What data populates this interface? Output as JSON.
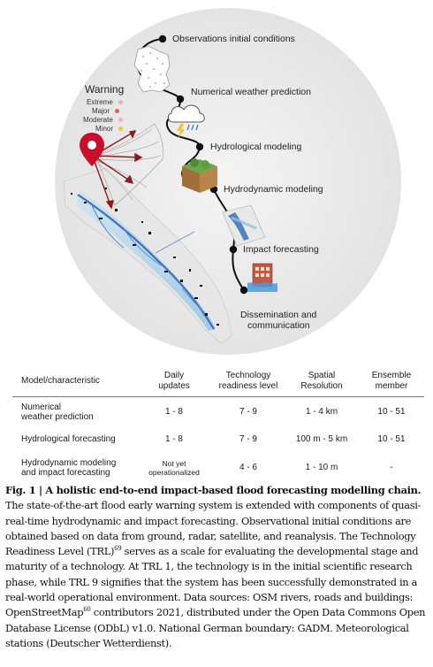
{
  "figure": {
    "warning_legend": {
      "title": "Warning",
      "levels": [
        {
          "label": "Extreme",
          "color": "#e8a8c8"
        },
        {
          "label": "Major",
          "color": "#d95f5f"
        },
        {
          "label": "Moderate",
          "color": "#e8b4c0"
        },
        {
          "label": "Minor",
          "color": "#f0c840"
        }
      ]
    },
    "chain_steps": [
      {
        "label": "Observations initial conditions",
        "icon": "germany-stations-map-icon"
      },
      {
        "label": "Numerical weather prediction",
        "icon": "storm-cloud-icon"
      },
      {
        "label": "Hydrological modeling",
        "icon": "terrain-block-icon"
      },
      {
        "label": "Hydrodynamic modeling",
        "icon": "flood-inundation-map-icon"
      },
      {
        "label": "Impact forecasting",
        "icon": "flooded-building-icon"
      },
      {
        "label": "Dissemination and",
        "label2": "communication",
        "icon": ""
      }
    ],
    "colors": {
      "chain_line": "#111111",
      "river": "#3a72b8",
      "warning_pin": "#c8102e",
      "arrows": "#8b1a1a",
      "circle_bg": "#ececec"
    }
  },
  "table": {
    "headers": [
      {
        "line1": "Model/characteristic",
        "line2": ""
      },
      {
        "line1": "Daily",
        "line2": "updates"
      },
      {
        "line1": "Technology",
        "line2": "readiness level"
      },
      {
        "line1": "Spatial",
        "line2": "Resolution"
      },
      {
        "line1": "Ensemble",
        "line2": "member"
      }
    ],
    "rows": [
      {
        "model1": "Numerical",
        "model2": "weather prediction",
        "daily1": "1 - 8",
        "daily2": "",
        "trl": "7 - 9",
        "res": "1 - 4 km",
        "ens": "10 - 51"
      },
      {
        "model1": "Hydrological forecasting",
        "model2": "",
        "daily1": "1 - 8",
        "daily2": "",
        "trl": "7 - 9",
        "res": "100 m - 5 km",
        "ens": "10 - 51"
      },
      {
        "model1": "Hydrodynamic modeling",
        "model2": "and impact forecasting",
        "daily1": "Not yet",
        "daily2": "operationalized",
        "trl": "4 - 6",
        "res": "1 - 10 m",
        "ens": "-"
      }
    ]
  },
  "caption": {
    "heading": "Fig. 1 | A holistic end-to-end impact-based flood forecasting modelling chain.",
    "p1": " The state-of-the-art flood early warning system is extended with components of quasi-real-time hydrodynamic and impact forecasting. Observational initial conditions are obtained based on data from ground, radar, satellite, and reanalysis. The Technology Readiness Level (TRL)",
    "ref1": "69",
    "p2": " serves as a scale for evaluating the developmental stage and maturity of a technology. At TRL 1, the technology is in the initial scientific research phase, while TRL 9 signifies that the system has been successfully demonstrated in a real-world operational environment. Data sources: OSM rivers, roads and buildings: OpenStreetMap",
    "ref2": "60",
    "p3": " contributors 2021, distributed under the Open Data Commons Open Database License (ODbL) v1.0. National German boundary: GADM. Meteorological stations (Deutscher Wetterdienst)."
  }
}
